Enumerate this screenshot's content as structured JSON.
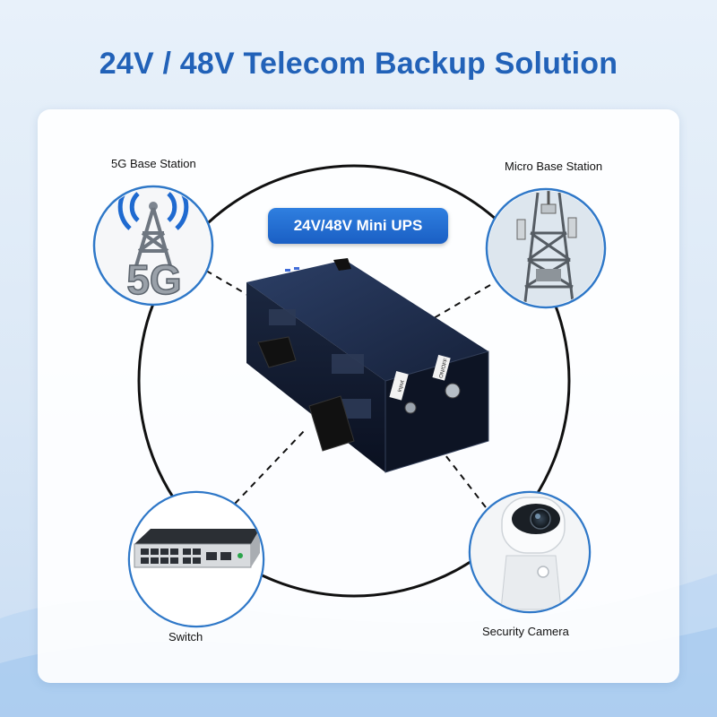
{
  "title": "24V / 48V Telecom Backup Solution",
  "center_label": "24V/48V Mini UPS",
  "devices": {
    "top_left": "5G Base Station",
    "top_right": "Micro Base Station",
    "bottom_left": "Switch",
    "bottom_right": "Security Camera"
  },
  "device_text": {
    "fiveg": "5G",
    "ups_tag_left": "Input",
    "ups_tag_right": "ON/OFF"
  },
  "colors": {
    "title": "#2262b8",
    "pill": "#1f6ad0",
    "ring": "#111111",
    "circle_border": "#2f78c8"
  }
}
